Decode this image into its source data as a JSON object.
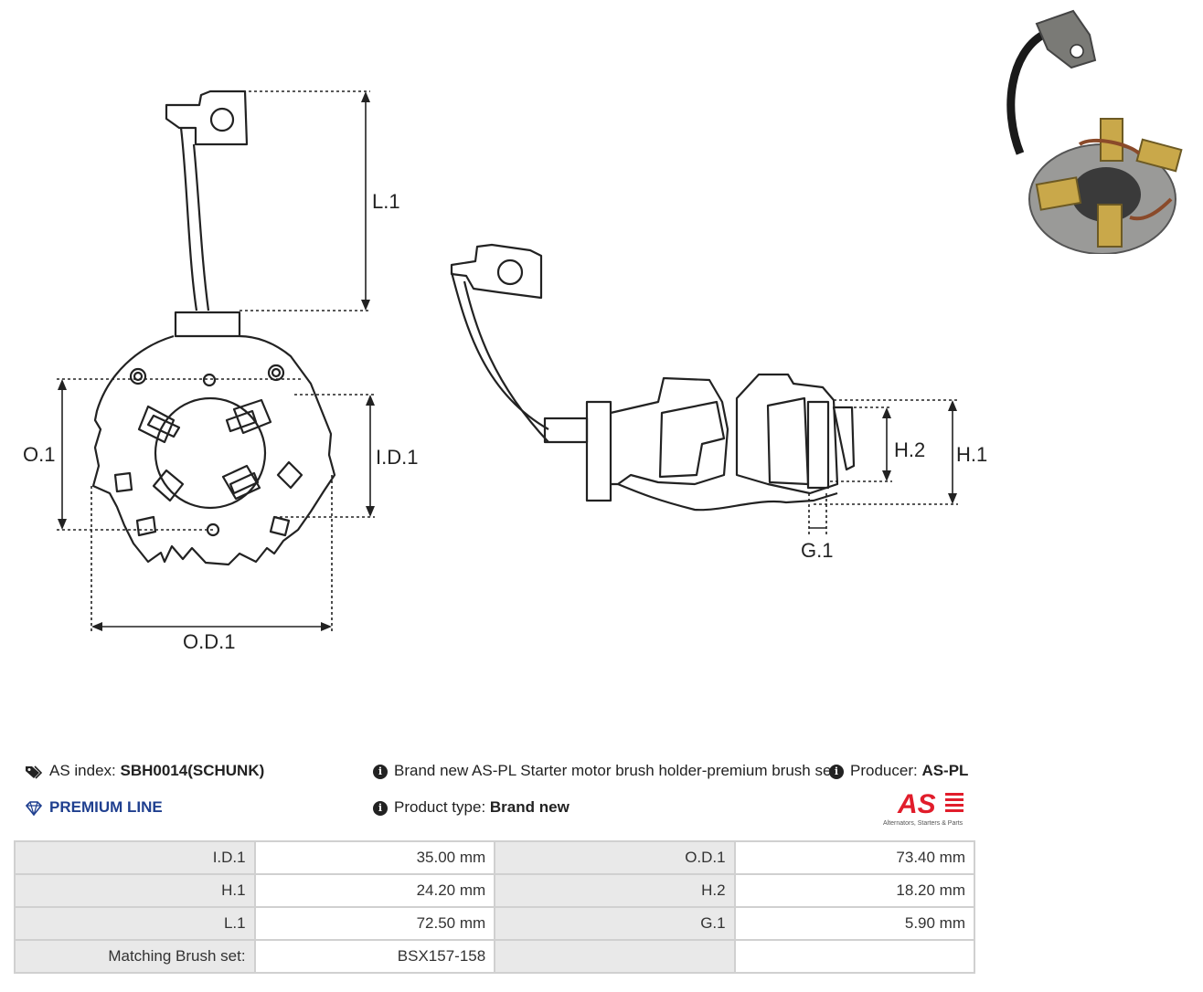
{
  "drawing": {
    "labels": {
      "l1": "L.1",
      "o1": "O.1",
      "id1": "I.D.1",
      "od1": "O.D.1",
      "h2": "H.2",
      "h1": "H.1",
      "g1": "G.1"
    }
  },
  "info": {
    "as_index_label": "AS index:",
    "as_index_value": "SBH0014(SCHUNK)",
    "premium_line": "PREMIUM LINE",
    "description": "Brand new AS-PL Starter motor brush holder-premium brush set",
    "product_type_label": "Product type:",
    "product_type_value": "Brand new",
    "producer_label": "Producer:",
    "producer_value": "AS-PL"
  },
  "logo": {
    "mark": "AS",
    "tagline": "Alternators, Starters & Parts",
    "color": "#e11d2b"
  },
  "specs": {
    "rows": [
      {
        "label1": "I.D.1",
        "value1": "35.00 mm",
        "label2": "O.D.1",
        "value2": "73.40 mm"
      },
      {
        "label1": "H.1",
        "value1": "24.20 mm",
        "label2": "H.2",
        "value2": "18.20 mm"
      },
      {
        "label1": "L.1",
        "value1": "72.50 mm",
        "label2": "G.1",
        "value2": "5.90 mm"
      },
      {
        "label1": "Matching Brush set:",
        "value1": "BSX157-158",
        "label2": "",
        "value2": ""
      }
    ]
  },
  "icons": {
    "tag": "tag-icon",
    "info": "info-icon",
    "premium": "diamond-icon"
  }
}
